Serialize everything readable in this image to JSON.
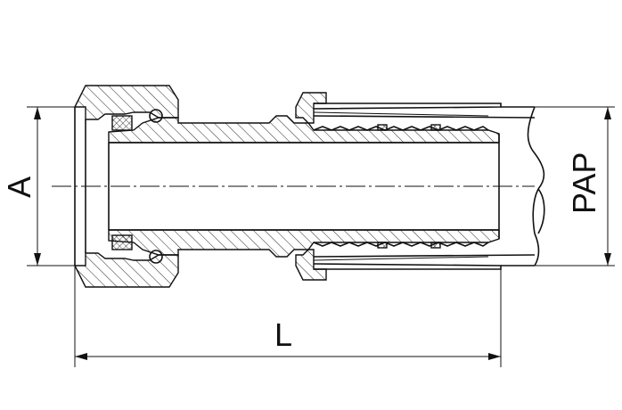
{
  "dimensions": {
    "a_label": "A",
    "pap_label": "PAP",
    "l_label": "L"
  }
}
